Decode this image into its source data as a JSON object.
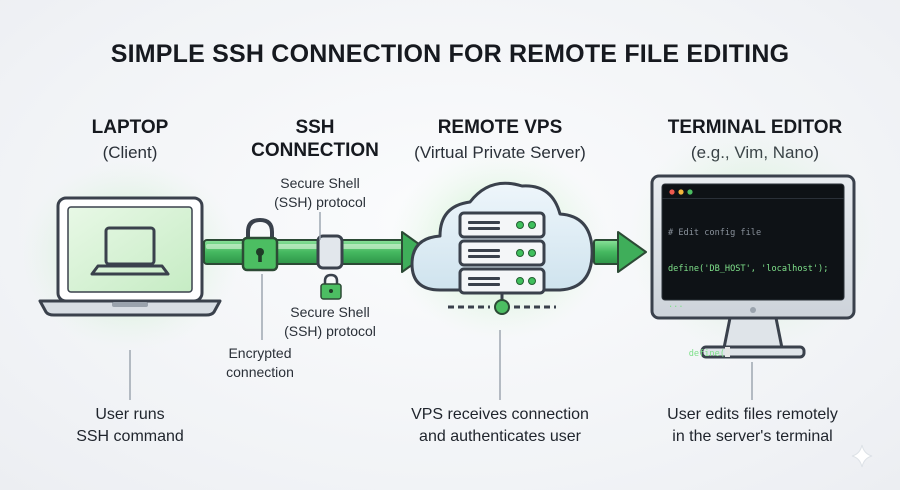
{
  "title": "SIMPLE SSH CONNECTION FOR REMOTE FILE EDITING",
  "laptop": {
    "heading": "LAPTOP",
    "subheading": "(Client)",
    "caption_line1": "User runs",
    "caption_line2": "SSH command"
  },
  "ssh": {
    "heading_line1": "SSH",
    "heading_line2": "CONNECTION",
    "top_note_line1": "Secure Shell",
    "top_note_line2": "(SSH) protocol",
    "bottom_note_line1": "Secure Shell",
    "bottom_note_line2": "(SSH) protocol",
    "encrypted_line1": "Encrypted",
    "encrypted_line2": "connection"
  },
  "vps": {
    "heading": "REMOTE VPS",
    "subheading": "(Virtual Private Server)",
    "caption_line1": "VPS receives connection",
    "caption_line2": "and authenticates user"
  },
  "editor": {
    "heading": "TERMINAL EDITOR",
    "subheading": "(e.g., Vim, Nano)",
    "caption_line1": "User edits files remotely",
    "caption_line2": "in the server's terminal",
    "code": [
      "# Edit config file",
      "define('DB_HOST', 'localhost');",
      "...",
      "define("
    ]
  },
  "colors": {
    "accent_green": "#3fae5a",
    "dark_outline": "#3a414c",
    "terminal_bg": "#0e1216",
    "terminal_text": "#7fe08a"
  },
  "icons": [
    "laptop-icon",
    "padlock-icon",
    "server-icon",
    "cloud-icon",
    "monitor-icon",
    "arrow-icon"
  ]
}
